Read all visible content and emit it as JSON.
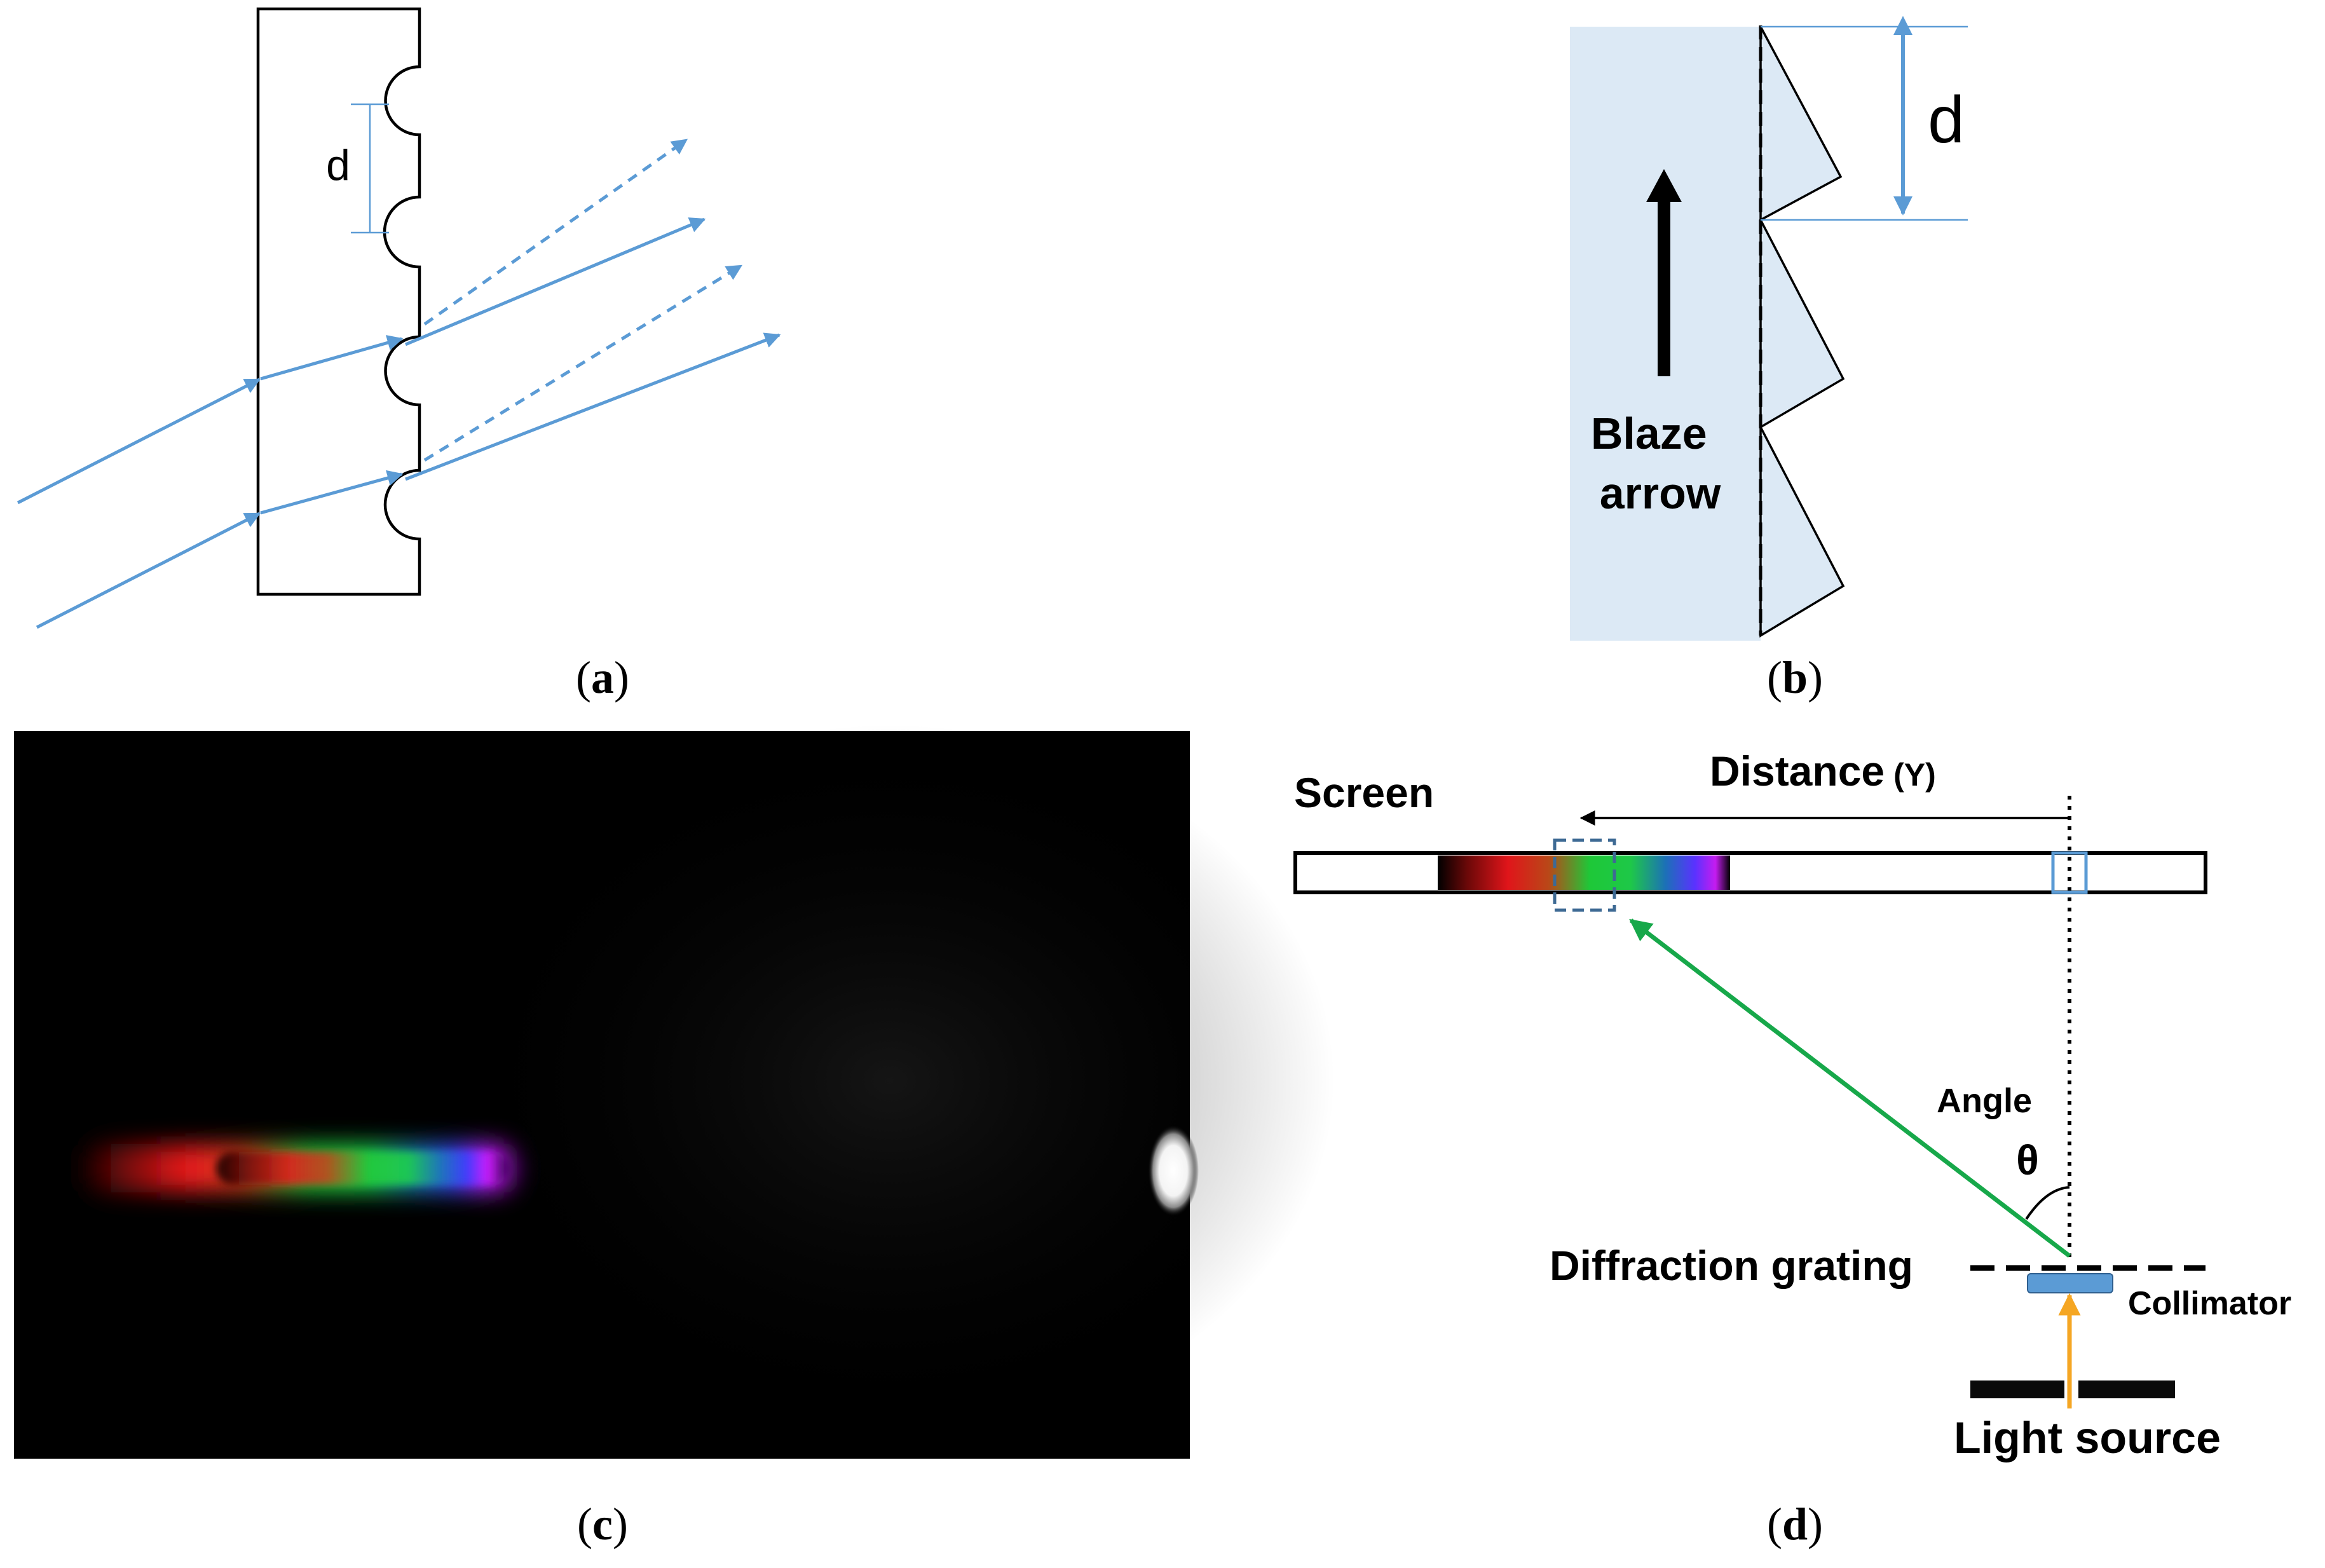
{
  "panels": {
    "a": {
      "caption_open": "(",
      "caption_letter": "a",
      "caption_close": ")",
      "pitch_label": "d"
    },
    "b": {
      "caption_open": "(",
      "caption_letter": "b",
      "caption_close": ")",
      "pitch_label": "d",
      "blaze_line1": "Blaze",
      "blaze_line2": "arrow"
    },
    "c": {
      "caption_open": "(",
      "caption_letter": "c",
      "caption_close": ")"
    },
    "d": {
      "caption_open": "(",
      "caption_letter": "d",
      "caption_close": ")",
      "screen_label": "Screen",
      "distance_label": "Distance",
      "distance_symbol": "(Y)",
      "angle_label": "Angle",
      "angle_symbol": "θ",
      "grating_label": "Diffraction grating",
      "collimator_label": "Collimator",
      "source_label": "Light source"
    }
  },
  "colors": {
    "ray": "#5b9bd5",
    "grating_fill": "#dce9f5",
    "diffracted_ray": "#17a84a",
    "source_ray": "#f5a623",
    "collimator": "#5b9bd5",
    "marker_box": "#3e6a94",
    "photo_background": "#000000"
  }
}
